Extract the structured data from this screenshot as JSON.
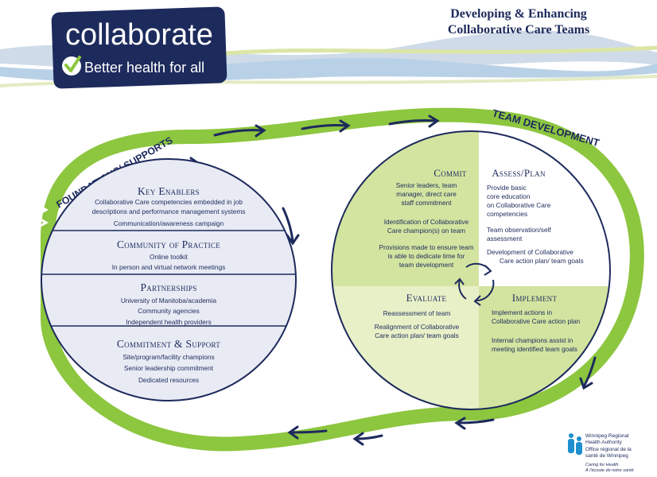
{
  "header": {
    "logo_word": "collaborate",
    "logo_tagline": "Better health for all",
    "title_line1": "Developing & Enhancing",
    "title_line2": "Collaborative Care Teams"
  },
  "loop": {
    "foundations_label": "FOUNDATIONS/ SUPPORTS",
    "team_dev_label": "TEAM DEVELOPMENT"
  },
  "left": {
    "sections": [
      {
        "title": "Key Enablers",
        "items": [
          "Collaborative Care competencies embedded in job",
          "descriptions and performance management systems",
          "Communication/awareness campaign"
        ]
      },
      {
        "title": "Community of Practice",
        "items": [
          "Online toolkit",
          "In person and virtual network meetings"
        ]
      },
      {
        "title": "Partnerships",
        "items": [
          "University of Manitoba/academia",
          "Community agencies",
          "Independent health providers"
        ]
      },
      {
        "title": "Commitment & Support",
        "items": [
          "Site/program/facility champions",
          "Senior leadership commitment",
          "Dedicated resources"
        ]
      }
    ]
  },
  "right": {
    "commit": {
      "title": "Commit",
      "lines": [
        "Senior leaders, team",
        "manager, direct care",
        "staff commitment",
        "Identification of Collaborative",
        "Care champion(s) on team",
        "Provisions made to ensure team",
        "is able to dedicate time for",
        "team development"
      ]
    },
    "assess": {
      "title": "Assess/Plan",
      "lines": [
        "Provide basic",
        "core education",
        "on Collaborative Care",
        "competencies",
        "Team observation/self",
        "assessment",
        "Development of Collaborative",
        "Care action plan/ team goals"
      ]
    },
    "evaluate": {
      "title": "Evaluate",
      "lines": [
        "Reassessment of team",
        "Realignment of Collaborative",
        "Care action plan/ team goals"
      ]
    },
    "implement": {
      "title": "Implement",
      "lines": [
        "Implement actions in",
        "Collaborative Care action plan",
        "Internal champions assist in",
        "meeting identified team goals"
      ]
    }
  },
  "footer": {
    "org_line1": "Winnipeg Regional",
    "org_line2": "Health Authority",
    "org_line3": "Office régional de la",
    "org_line4": "santé de Winnipeg",
    "tag_line1": "Caring for Health",
    "tag_line2": "À l'écoute de notre santé"
  },
  "colors": {
    "navy": "#1d2a5c",
    "lime": "#8dc63f",
    "light_green": "#e8f0c8",
    "mid_green": "#d3e4a0",
    "light_blue": "#e8ebf4",
    "wave_blue": "#b9d1e6"
  }
}
